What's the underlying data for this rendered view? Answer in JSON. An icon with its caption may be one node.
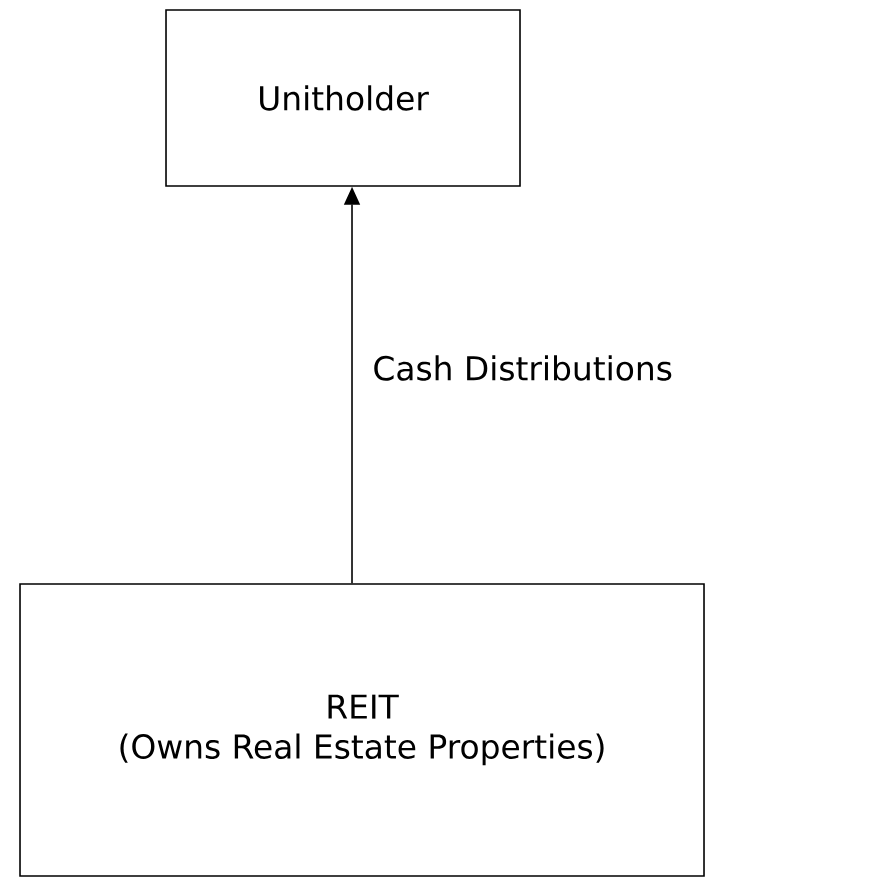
{
  "diagram": {
    "nodes": [
      {
        "text": [
          "Unitholder"
        ]
      },
      {
        "text": [
          "REIT",
          "(Owns Real Estate Properties)"
        ]
      }
    ],
    "edges": [
      {
        "from": 1,
        "to": 0,
        "arrow": "to",
        "label": "Cash Distributions"
      }
    ]
  }
}
